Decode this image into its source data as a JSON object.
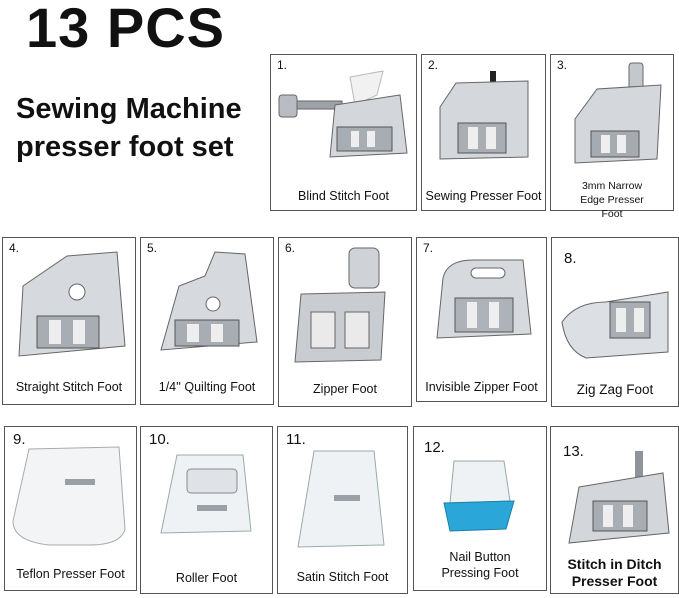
{
  "headline": "13 PCS",
  "subtitle": "Sewing Machine presser foot set",
  "feet": [
    {
      "number": "1.",
      "name": "Blind Stitch Foot"
    },
    {
      "number": "2.",
      "name": "Sewing Presser Foot"
    },
    {
      "number": "3.",
      "name": "3mm Narrow Edge Presser Foot"
    },
    {
      "number": "4.",
      "name": "Straight Stitch Foot"
    },
    {
      "number": "5.",
      "name": "1/4'' Quilting Foot"
    },
    {
      "number": "6.",
      "name": "Zipper Foot"
    },
    {
      "number": "7.",
      "name": "Invisible Zipper Foot"
    },
    {
      "number": "8.",
      "name": "Zig Zag Foot"
    },
    {
      "number": "9.",
      "name": "Teflon Presser Foot"
    },
    {
      "number": "10.",
      "name": "Roller Foot"
    },
    {
      "number": "11.",
      "name": "Satin Stitch Foot"
    },
    {
      "number": "12.",
      "name": "Nail Button Pressing Foot"
    },
    {
      "number": "13.",
      "name": "Stitch in Ditch Presser Foot"
    }
  ],
  "colors": {
    "metal": "#c9ccd1",
    "metal_dark": "#7c8189",
    "plastic": "#e8eef2",
    "blue": "#2aa7d8"
  }
}
